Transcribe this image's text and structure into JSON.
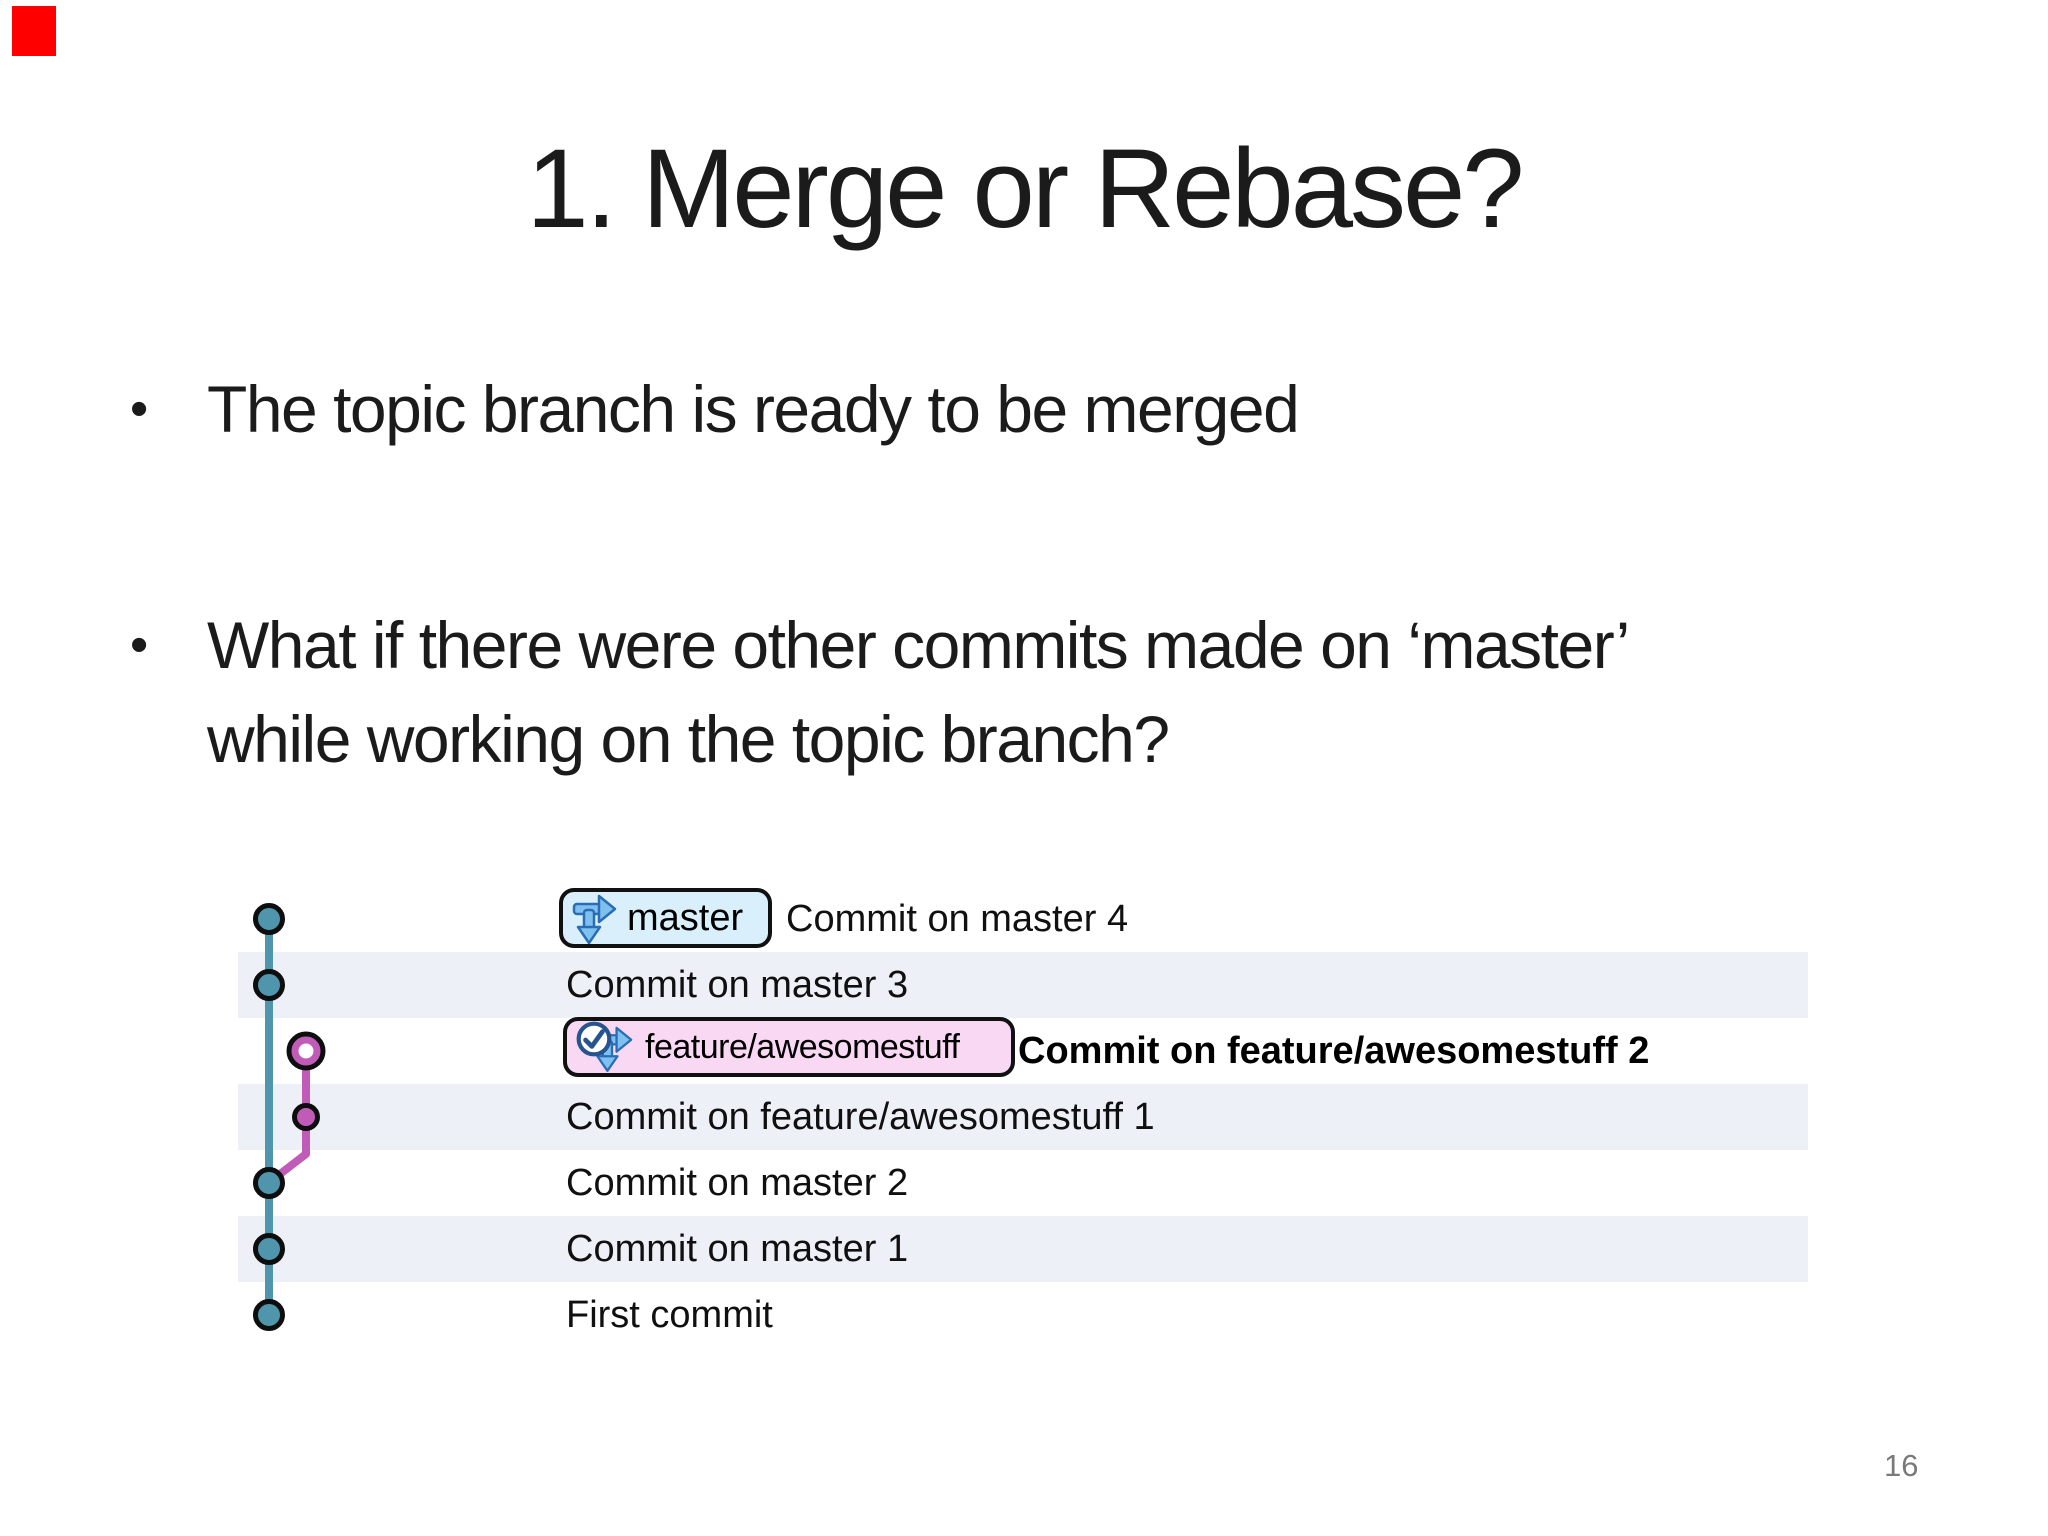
{
  "slide": {
    "title": "1. Merge or Rebase?",
    "page_number": "16",
    "bullet_marker": "•",
    "bullets": [
      {
        "lines": [
          "The topic branch is ready to be merged"
        ]
      },
      {
        "lines": [
          "What if there were other commits made on ‘master’",
          "while working on the topic branch?"
        ]
      }
    ],
    "colors": {
      "accent_marker": "#fe0000",
      "text": "#1b1b1b",
      "page_number": "#7a7a7a"
    }
  },
  "git_graph": {
    "badges": [
      {
        "label": "master",
        "icons": [
          "branch-icon"
        ]
      },
      {
        "label": "feature/awesomestuff",
        "icons": [
          "check-icon",
          "branch-icon"
        ]
      }
    ],
    "rows": [
      {
        "message": "Commit on master 4",
        "badge": "master",
        "lane": "master",
        "emphasis": false,
        "striped": false
      },
      {
        "message": "Commit on master 3",
        "badge": null,
        "lane": "master",
        "emphasis": false,
        "striped": true
      },
      {
        "message": "Commit on feature/awesomestuff 2",
        "badge": "feature/awesomestuff",
        "lane": "feature",
        "emphasis": true,
        "striped": false
      },
      {
        "message": "Commit on feature/awesomestuff 1",
        "badge": null,
        "lane": "feature",
        "emphasis": false,
        "striped": true
      },
      {
        "message": "Commit on master 2",
        "badge": null,
        "lane": "master",
        "emphasis": false,
        "striped": false
      },
      {
        "message": "Commit on master 1",
        "badge": null,
        "lane": "master",
        "emphasis": false,
        "striped": true
      },
      {
        "message": "First commit",
        "badge": null,
        "lane": "master",
        "emphasis": false,
        "striped": false
      }
    ],
    "colors": {
      "master_lane": "#4f96ad",
      "feature_lane": "#c05cb8",
      "dot_outline": "#0e0e0e",
      "stripe": "#edf0f7",
      "badge_master_bg": "#d9effb",
      "badge_feature_bg": "#f9d8f4",
      "badge_border": "#111111",
      "icon_blue": "#7fc1ee",
      "icon_blue_dark": "#2a6db5",
      "icon_check_blue": "#27548f"
    }
  }
}
